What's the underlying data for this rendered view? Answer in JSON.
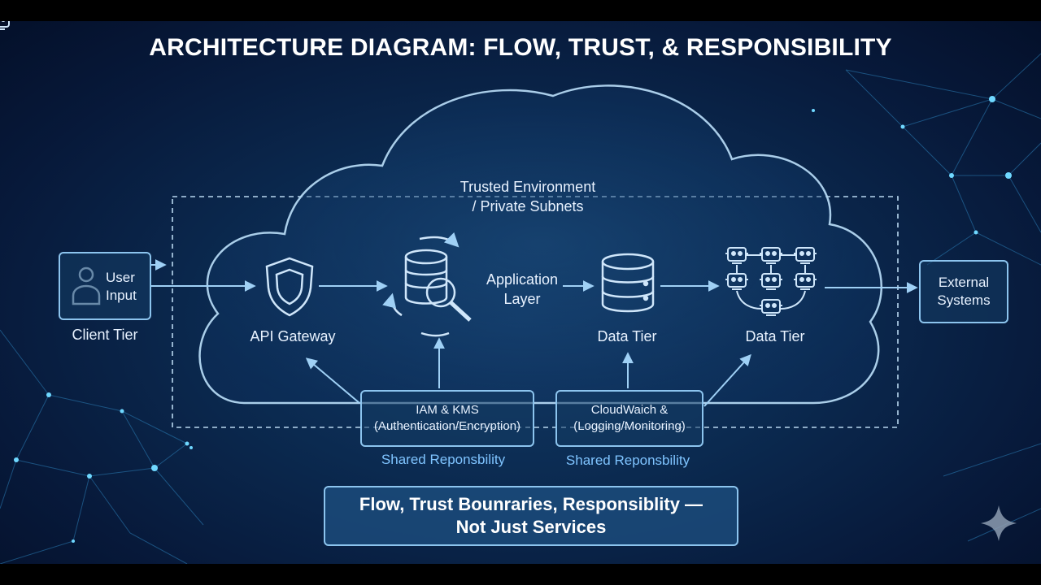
{
  "title": "ARCHITECTURE DIAGRAM: FLOW, TRUST, & RESPONSIBILITY",
  "trusted_env": {
    "line1": "Trusted Environment",
    "line2": "/ Private Subnets"
  },
  "client": {
    "box_line1": "User",
    "box_line2": "Input",
    "label": "Client Tier",
    "icon": "user-icon"
  },
  "gateway": {
    "label": "API Gateway",
    "icon": "shield-icon"
  },
  "app_layer": {
    "line1": "Application",
    "line2": "Layer",
    "icon": "database-search-icon"
  },
  "data_tier_1": {
    "label": "Data Tier",
    "icon": "database-icon"
  },
  "data_tier_2": {
    "label": "Data Tier",
    "icon": "robot-cluster-icon"
  },
  "external": {
    "line1": "External",
    "line2": "Systems"
  },
  "iam": {
    "line1": "IAM & KMS",
    "line2": "(Authentication/Encryption)",
    "shared": "Shared Reponsbility"
  },
  "cloudwatch": {
    "line1": "CloudWaich &",
    "line2": "(Logging/Monitoring)",
    "shared": "Shared Reponsbility"
  },
  "banner": {
    "line1": "Flow, Trust Bounraries, Responsiblity —",
    "line2": "Not Just Services"
  },
  "colors": {
    "accent": "#8cc4ee",
    "shared_text": "#7fc4ff",
    "background": "#0b2a50"
  },
  "corner_icon": "sparkle-icon"
}
